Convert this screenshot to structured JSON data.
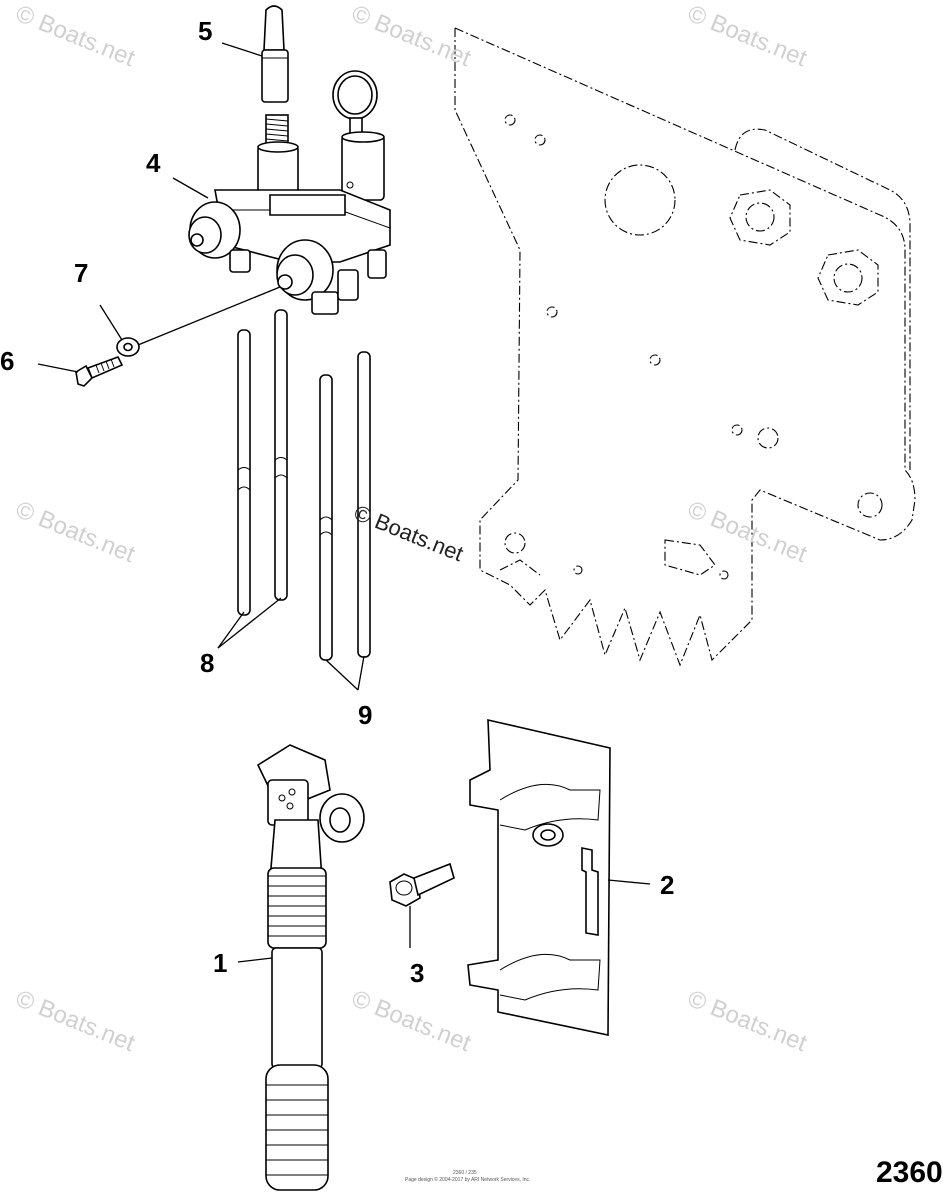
{
  "callouts": {
    "c1": "1",
    "c2": "2",
    "c3": "3",
    "c4": "4",
    "c5": "5",
    "c6": "6",
    "c7": "7",
    "c8": "8",
    "c9": "9"
  },
  "watermarks": {
    "text": "© Boats.net",
    "center_text": "© Boats.net"
  },
  "diagram_number": "2360",
  "copyright_line1": "2360 / 235",
  "copyright_line2": "Page design © 2004-2017 by ARI Network Services, Inc."
}
